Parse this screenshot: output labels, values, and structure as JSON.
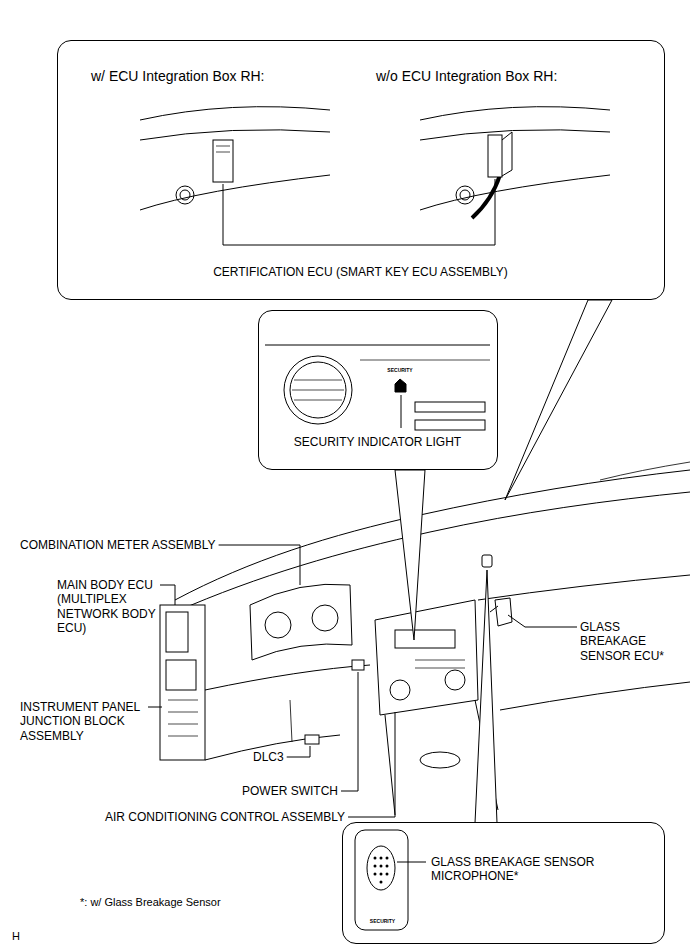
{
  "diagram": {
    "nodes": [
      {
        "text": [
          "w/ ECU Integration Box RH:",
          "w/o ECU Integration Box RH:",
          "CERTIFICATION ECU (SMART KEY ECU ASSEMBLY)"
        ]
      },
      {
        "text": [
          "SECURITY",
          "SECURITY INDICATOR LIGHT"
        ]
      },
      {
        "text": [
          "GLASS BREAKAGE SENSOR MICROPHONE*",
          "SECURITY"
        ]
      }
    ],
    "labels": [
      "COMBINATION METER ASSEMBLY",
      "MAIN BODY ECU (MULTIPLEX NETWORK BODY ECU)",
      "INSTRUMENT PANEL JUNCTION BLOCK ASSEMBLY",
      "DLC3",
      "POWER SWITCH",
      "AIR CONDITIONING CONTROL ASSEMBLY",
      "GLASS BREAKAGE SENSOR ECU*",
      "*: w/ Glass Breakage Sensor",
      "H"
    ]
  }
}
